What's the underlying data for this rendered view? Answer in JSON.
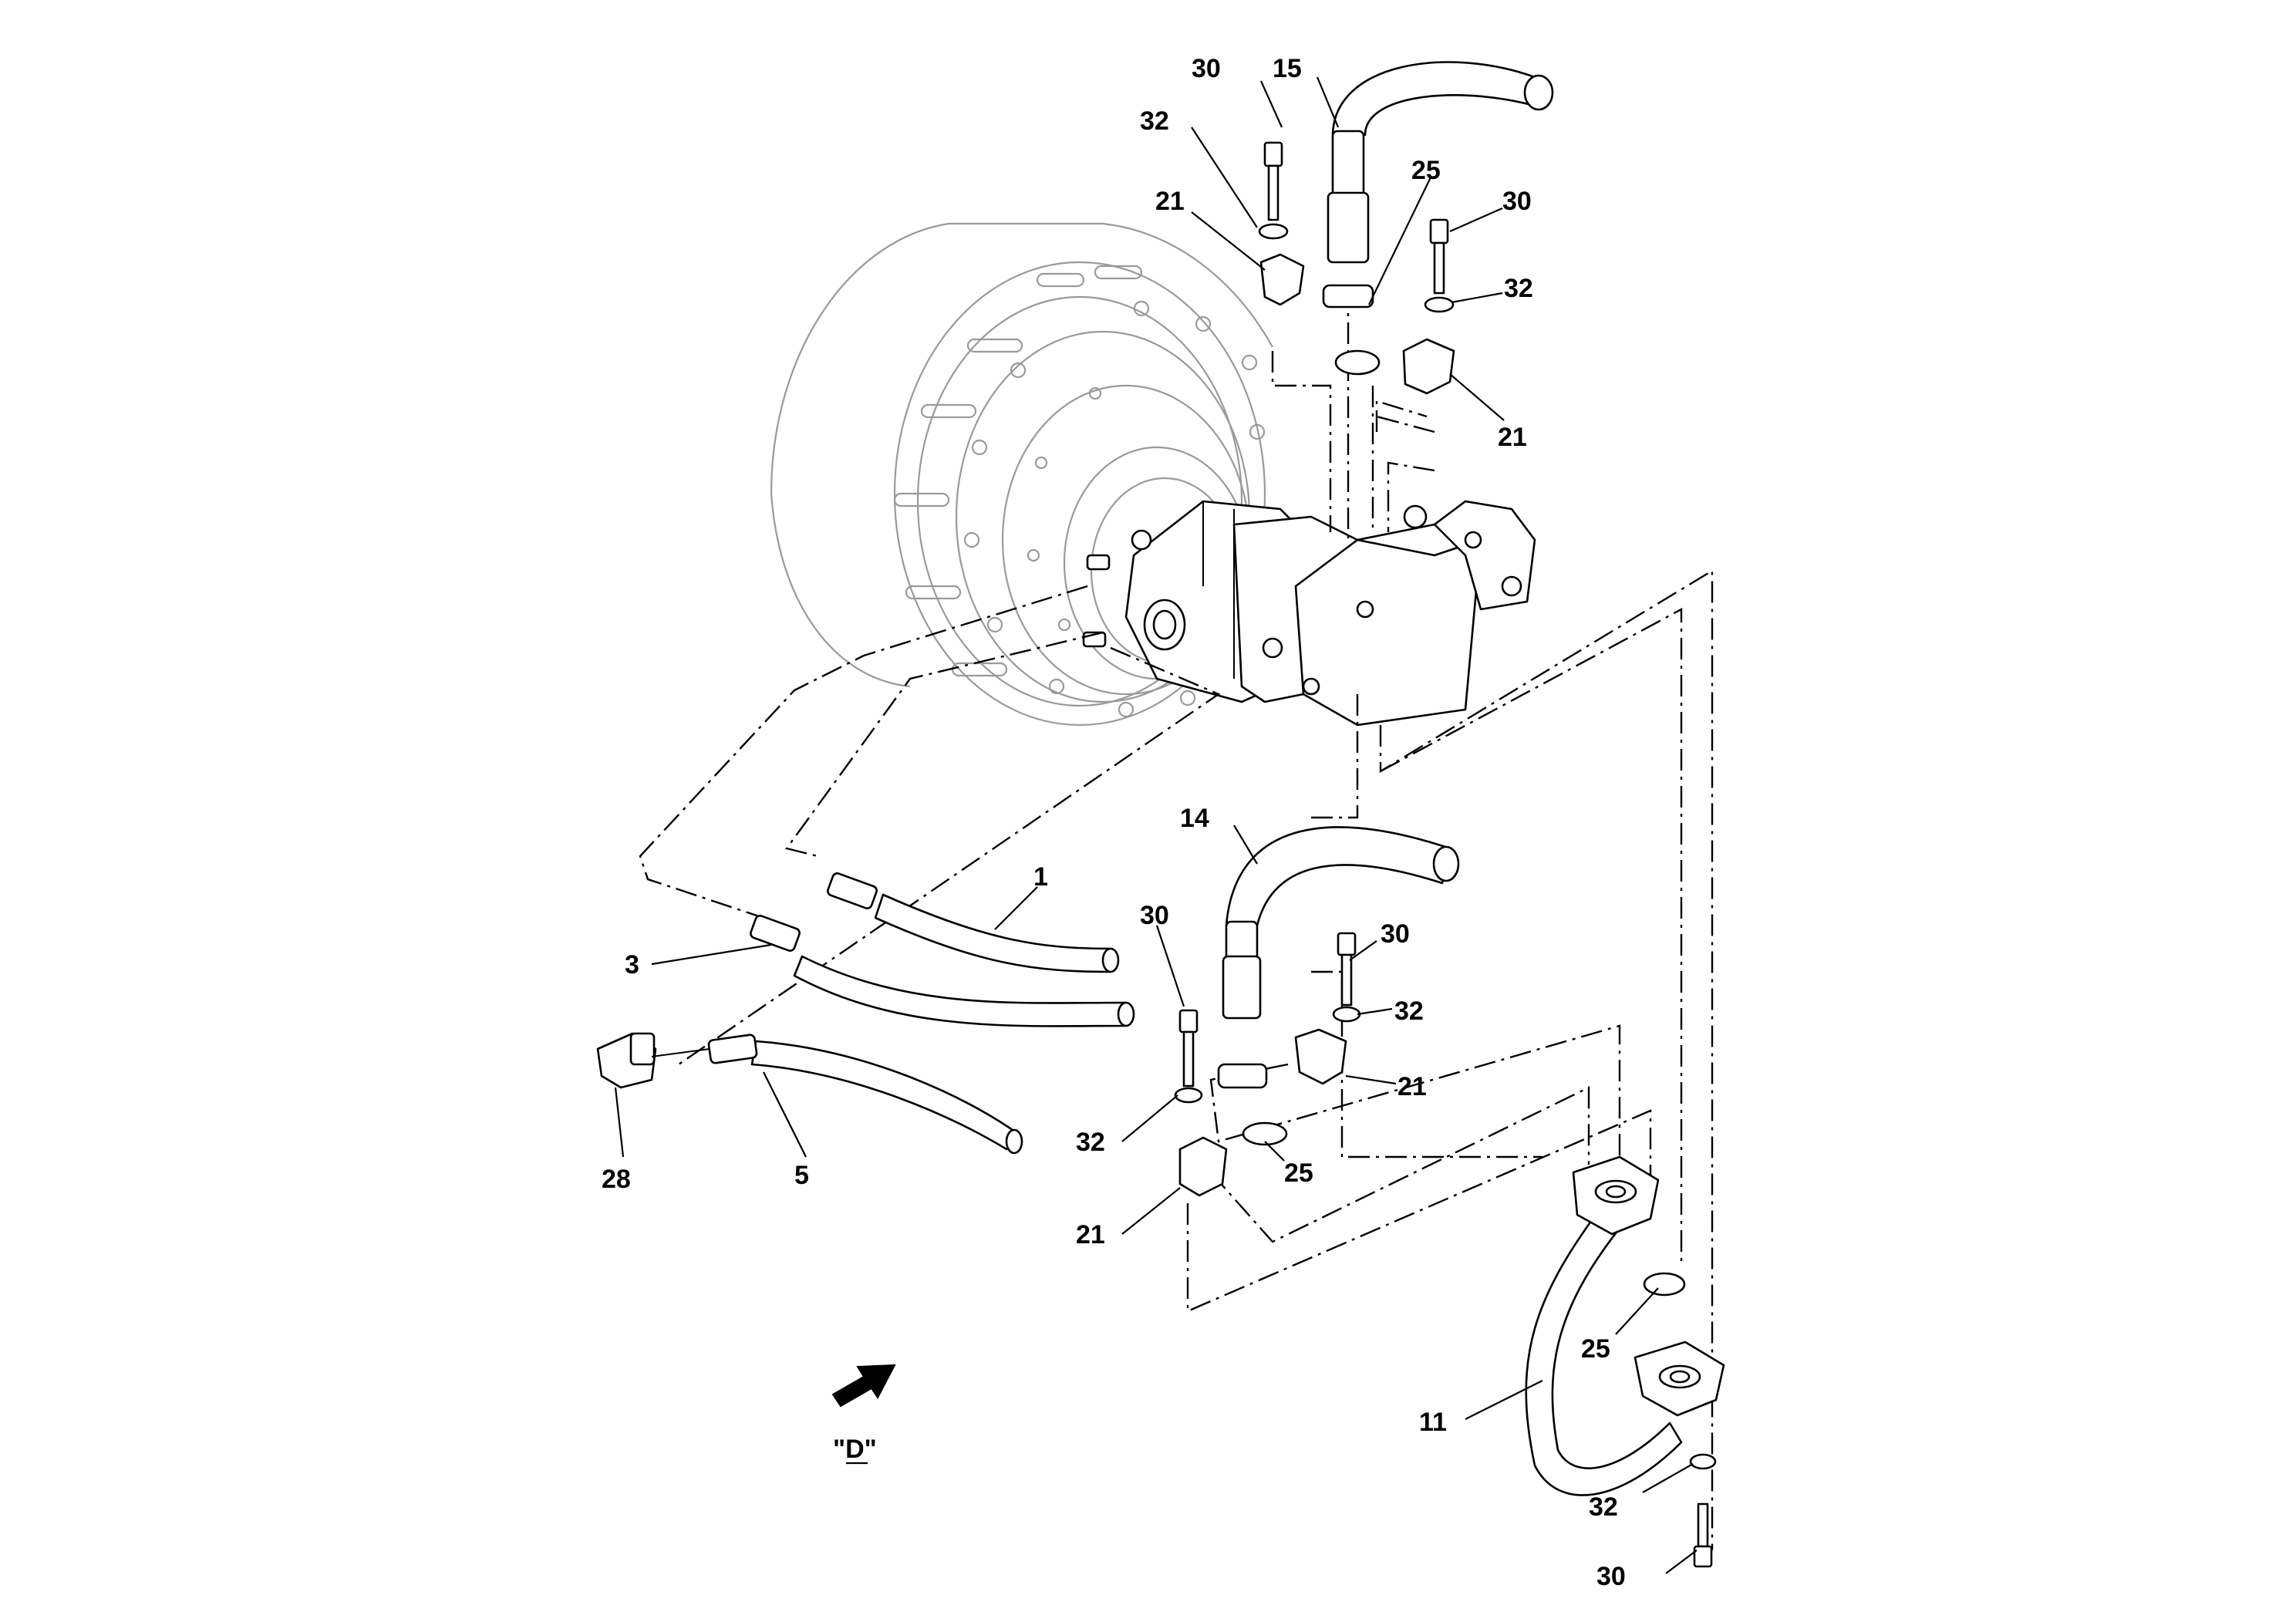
{
  "diagram": {
    "callouts": {
      "c1": "1",
      "c3": "3",
      "c5": "5",
      "c11": "11",
      "c14": "14",
      "c15": "15",
      "c21": "21",
      "c25": "25",
      "c28": "28",
      "c30": "30",
      "c32": "32"
    },
    "view_label": "\"D\""
  }
}
